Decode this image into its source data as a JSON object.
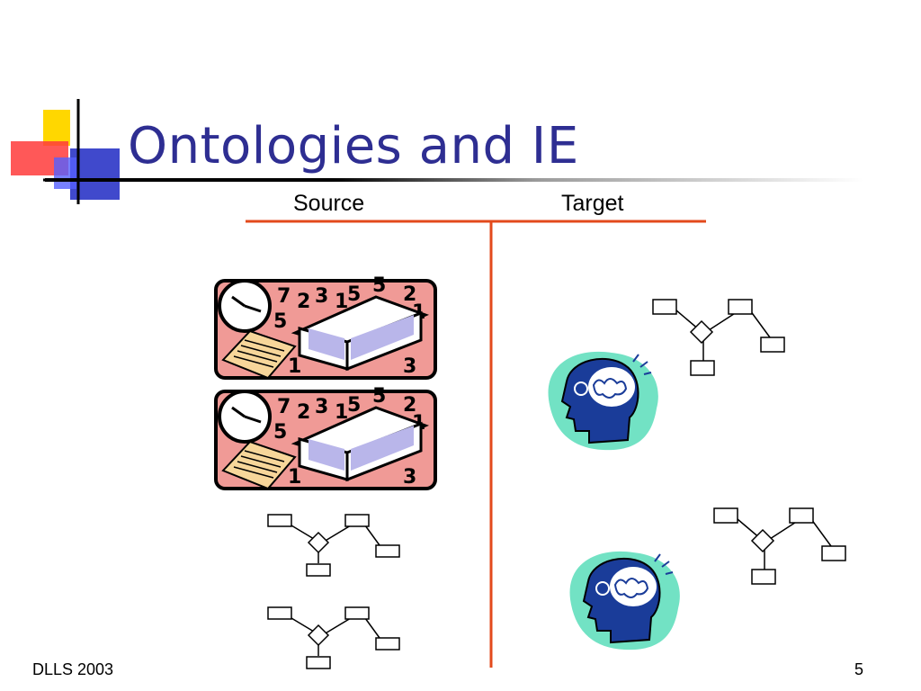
{
  "slide": {
    "title": "Ontologies and IE",
    "columns": {
      "source": "Source",
      "target": "Target"
    },
    "footer": {
      "left": "DLLS 2003",
      "page_number": "5"
    }
  },
  "icons": {
    "decoration": "color-block-logo",
    "clipart_calendar_book": "calendar-clock-book-clipart",
    "clipart_head_brain": "head-with-brain-clipart",
    "ontology_tree": "ontology-tree-diagram-icon"
  },
  "colors": {
    "title": "#2e2e92",
    "divider": "#e34a1c",
    "clipart_frame": "#f08080",
    "head_background": "#72e2c4",
    "head_fill": "#1a3c99"
  }
}
